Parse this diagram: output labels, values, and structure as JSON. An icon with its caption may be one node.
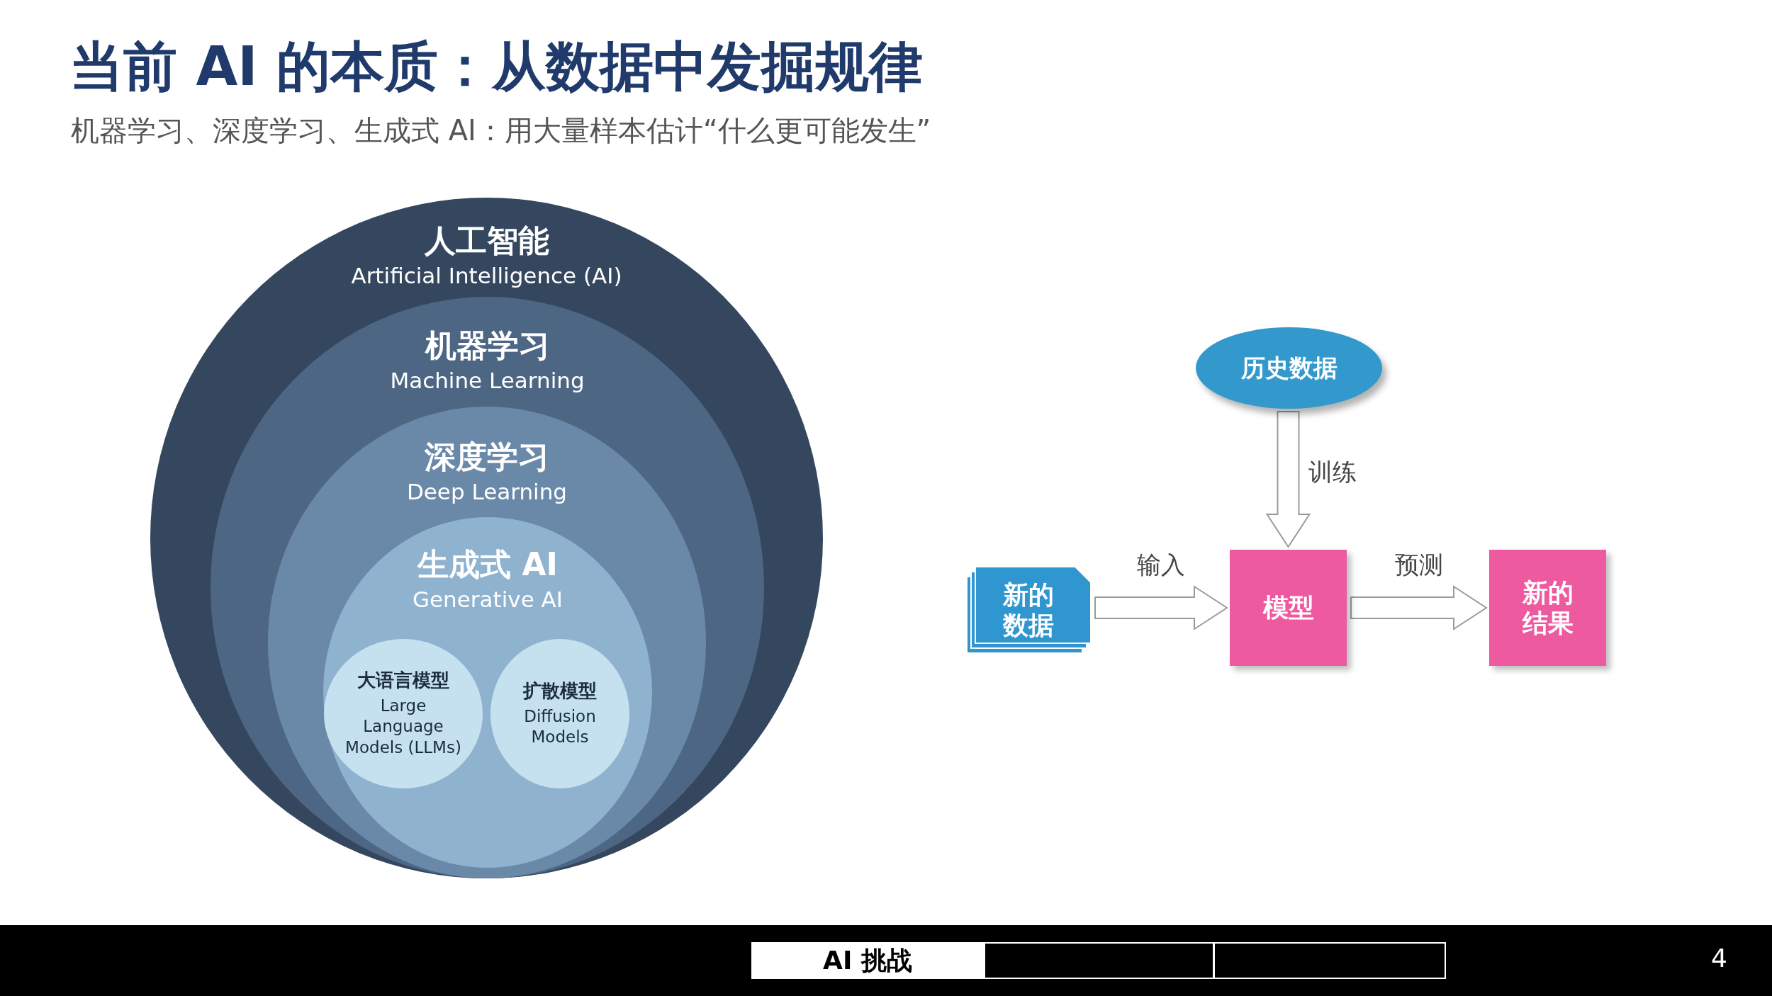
{
  "diagram": {
    "title": "当前 AI 的本质：从数据中发掘规律",
    "nodes": [
      {
        "text": [
          "人工智能",
          "Artificial Intelligence (AI)"
        ]
      },
      {
        "text": [
          "机器学习",
          "Machine Learning"
        ],
        "in": 0
      },
      {
        "text": [
          "深度学习",
          "Deep Learning"
        ],
        "in": 1
      },
      {
        "text": [
          "生成式 AI",
          "Generative AI"
        ],
        "in": 2
      },
      {
        "text": [
          "大语言模型",
          "Large Language Models (LLMs)"
        ],
        "in": 3
      },
      {
        "text": [
          "扩散模型",
          "Diffusion Models"
        ],
        "in": 3
      },
      {
        "text": [
          "历史数据"
        ]
      },
      {
        "text": [
          "新的数据"
        ]
      },
      {
        "text": [
          "模型"
        ]
      },
      {
        "text": [
          "新的结果"
        ]
      }
    ],
    "edges": [
      {
        "from": 6,
        "to": 8,
        "arrow": "to",
        "label": "训练"
      },
      {
        "from": 7,
        "to": 8,
        "arrow": "to",
        "label": "输入"
      },
      {
        "from": 8,
        "to": 9,
        "arrow": "to",
        "label": "预测"
      }
    ],
    "labels": [
      "机器学习、深度学习、生成式 AI：用大量样本估计“什么更可能发生”",
      "AI 挑战",
      "4"
    ]
  }
}
